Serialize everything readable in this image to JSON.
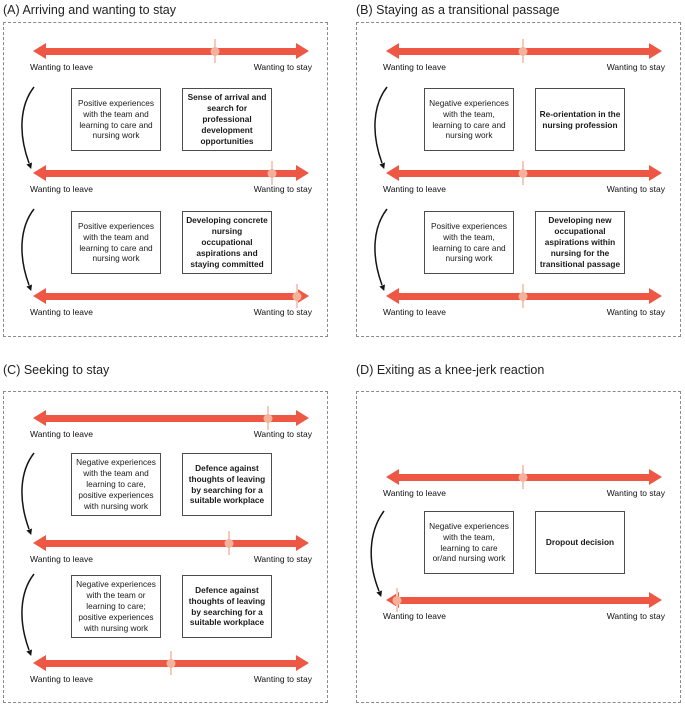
{
  "figure": {
    "spectrum_left_label": "Wanting to leave",
    "spectrum_right_label": "Wanting to stay"
  },
  "colors": {
    "arrow_red": "#EE5744",
    "marker_dot": "#F4B29C",
    "marker_tick": "#F8CBB8"
  },
  "panels": [
    {
      "letter": "A",
      "title": "(A) Arriving and wanting to stay",
      "spectrums": [
        {
          "marker_pct": 66
        },
        {
          "marker_pct": 86.5
        },
        {
          "marker_pct": 95.5
        }
      ],
      "stages": [
        {
          "experience": "Positive experiences with the team and learning to care and nursing work",
          "outcome": "Sense of arrival and search for professional development opportunities"
        },
        {
          "experience": "Positive experiences with the team and learning to care and nursing work",
          "outcome": "Developing concrete nursing occupational aspirations and staying committed"
        }
      ]
    },
    {
      "letter": "B",
      "title": "(B) Staying as a transitional passage",
      "spectrums": [
        {
          "marker_pct": 49.5
        },
        {
          "marker_pct": 49.5
        },
        {
          "marker_pct": 49.5
        }
      ],
      "stages": [
        {
          "experience": "Negative experiences with the team, learning to care and nursing work",
          "outcome": "Re-orientation in the nursing profession"
        },
        {
          "experience": "Positive experiences with the team, learning to care and nursing work",
          "outcome": "Developing new occupational aspirations within nursing for the transitional passage"
        }
      ]
    },
    {
      "letter": "C",
      "title": "(C) Seeking to stay",
      "spectrums": [
        {
          "marker_pct": 85
        },
        {
          "marker_pct": 71
        },
        {
          "marker_pct": 50
        }
      ],
      "stages": [
        {
          "experience": "Negative experiences with the team and learning to care, positive experiences with nursing work",
          "outcome": "Defence against thoughts of leaving by searching for a suitable workplace"
        },
        {
          "experience": "Negative experiences with the team or learning to care; positive experiences with nursing work",
          "outcome": "Defence against thoughts of leaving by searching for a suitable workplace"
        }
      ]
    },
    {
      "letter": "D",
      "title": "(D) Exiting as a knee-jerk reaction",
      "spectrums": [
        {
          "marker_pct": 49.5
        },
        {
          "marker_pct": 4
        }
      ],
      "stages": [
        {
          "experience": "Negative experiences with the team, learning to care or/and nursing work",
          "outcome": "Dropout decision"
        }
      ]
    }
  ]
}
